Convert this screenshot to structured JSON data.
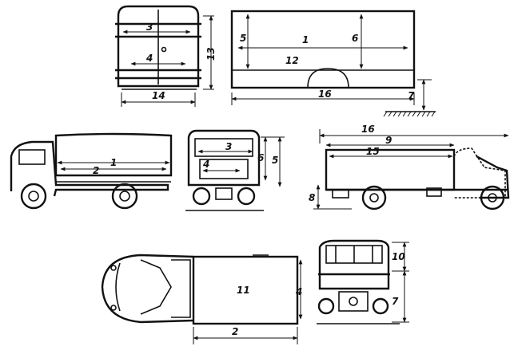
{
  "labels": {
    "body_rear_width": "3",
    "body_rear_inner": "4",
    "body_rear_height": "13",
    "body_rear_bottom": "14",
    "body_side_length": "1",
    "body_side_h_left": "5",
    "body_side_h_right": "6",
    "body_side_mid": "12",
    "body_side_bottom": "16",
    "body_side_ground": "7",
    "truck_left_2": "2",
    "truck_left_1": "1",
    "truck_rear_3": "3",
    "truck_rear_4": "4",
    "truck_rear_6": "6",
    "truck_rear_5": "5",
    "truck_right_16": "16",
    "truck_right_9": "9",
    "truck_right_15": "15",
    "truck_right_8": "8",
    "top_11": "11",
    "top_4": "4",
    "top_2": "2",
    "front_10": "10",
    "front_7": "7"
  }
}
